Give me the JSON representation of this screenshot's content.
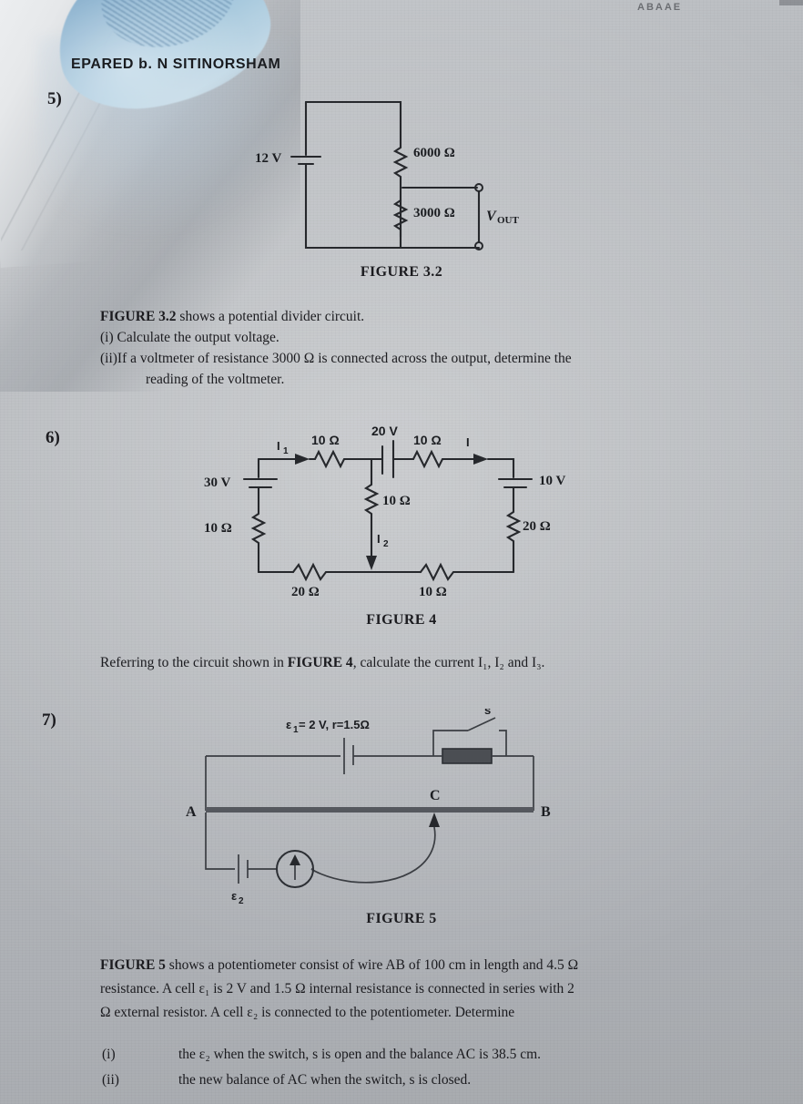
{
  "page": {
    "header": "EPARED b.    N SITINORSHAM",
    "top_faint_text": "ABAAE",
    "background_color": "#b7babe",
    "ink_color": "#26282c"
  },
  "questions": [
    {
      "number": "5)",
      "figure_caption": "FIGURE 3.2",
      "lines": [
        {
          "bold_prefix": "FIGURE 3.2",
          "text": " shows a potential divider circuit."
        },
        {
          "bold_prefix": "",
          "text": "(i) Calculate the output voltage."
        },
        {
          "bold_prefix": "",
          "text": "(ii)If a voltmeter of resistance 3000 Ω is connected across the output, determine the"
        },
        {
          "bold_prefix": "",
          "text": "reading of the voltmeter."
        }
      ],
      "circuit": {
        "name": "potential-divider-circuit",
        "source_label": "12 V",
        "resistor_top": "6000 Ω",
        "resistor_bottom": "3000 Ω",
        "output_label": "V",
        "output_sub": "OUT"
      }
    },
    {
      "number": "6)",
      "figure_caption": "FIGURE 4",
      "prompt_pre": "Referring to the circuit shown in ",
      "prompt_bold": "FIGURE 4",
      "prompt_post": ", calculate the current I₁, I₂ and I₃.",
      "circuit": {
        "name": "two-loop-kirchhoff-circuit",
        "battery_left": "30 V",
        "battery_middle": "20 V",
        "battery_right": "10 V",
        "resistor_top_left": "10 Ω",
        "resistor_top_right": "10 Ω",
        "resistor_middle": "10 Ω",
        "resistor_left_vertical": "10 Ω",
        "resistor_right_vertical": "20 Ω",
        "resistor_bottom_left": "20 Ω",
        "resistor_bottom_right": "10 Ω",
        "current_label_1": "I",
        "current_sub_1": "1",
        "current_label_2": "I",
        "current_sub_2": "2",
        "current_label_3": "I"
      }
    },
    {
      "number": "7)",
      "figure_caption": "FIGURE 5",
      "lines": [
        {
          "bold_prefix": "FIGURE 5",
          "text": " shows a potentiometer  consist of wire AB of 100 cm in length  and 4.5 Ω"
        },
        {
          "bold_prefix": "",
          "text": "resistance.  A cell ε₁ is 2 V and 1.5 Ω internal  resistance  is connected  in series  with 2"
        },
        {
          "bold_prefix": "",
          "text": "Ω external  resistor.  A cell ε₂ is connected  to the potentiometer.  Determine"
        }
      ],
      "sub_items": [
        {
          "marker": "(i)",
          "text": "the ε₂  when the switch, s is open and the balance  AC is 38.5 cm."
        },
        {
          "marker": "(ii)",
          "text": "the new balance  of AC when the switch,  s is closed."
        }
      ],
      "circuit": {
        "name": "potentiometer-circuit",
        "emf1_label": "ε₁= 2 V, r=1.5Ω",
        "switch_label": "s",
        "point_a": "A",
        "point_b": "B",
        "point_c": "C",
        "emf2_label": "ε₂",
        "galvanometer": "galvanometer"
      }
    }
  ]
}
